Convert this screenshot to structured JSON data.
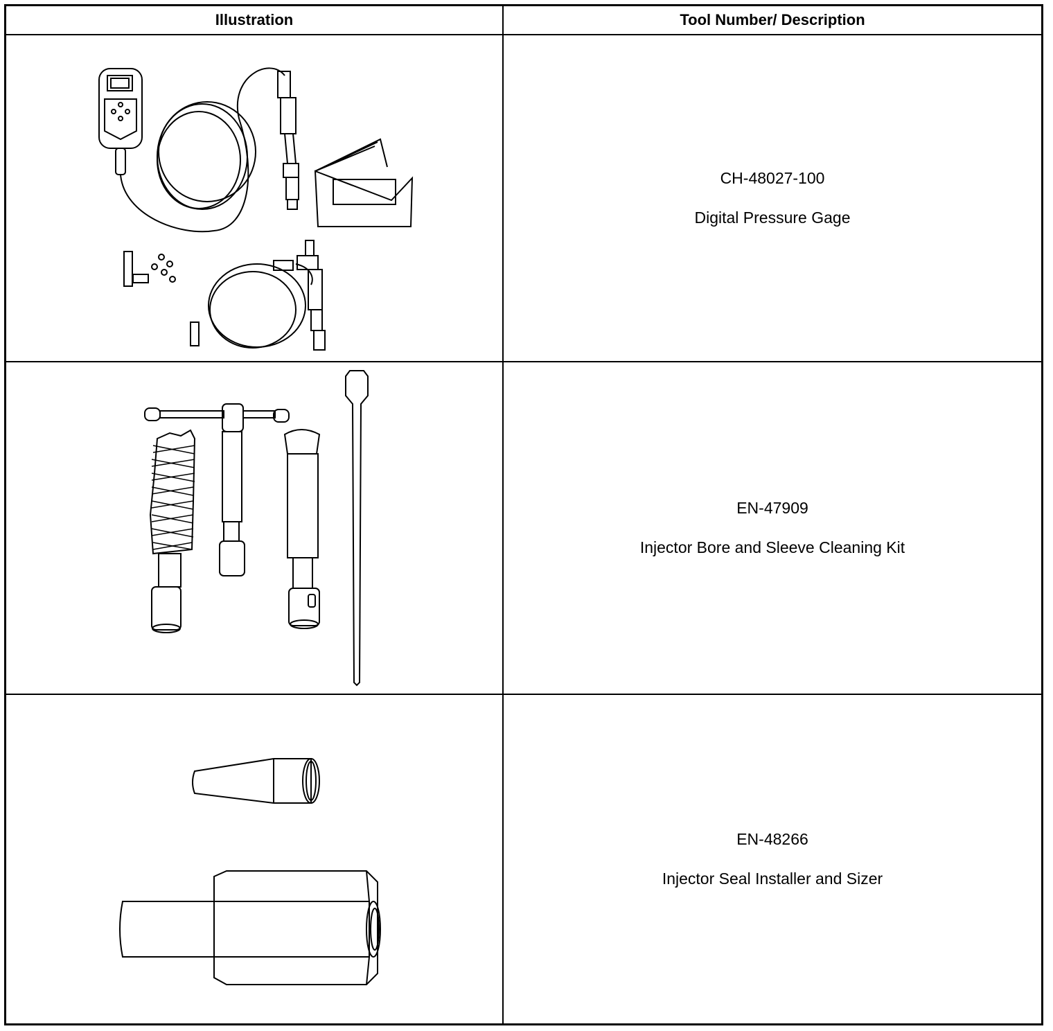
{
  "table": {
    "headers": {
      "illustration": "Illustration",
      "tool": "Tool Number/ Description"
    },
    "rows": [
      {
        "tool_number": "CH-48027-100",
        "description": "Digital Pressure Gage"
      },
      {
        "tool_number": "EN-47909",
        "description": "Injector Bore and Sleeve Cleaning Kit"
      },
      {
        "tool_number": "EN-48266",
        "description": "Injector Seal Installer and Sizer"
      }
    ]
  }
}
